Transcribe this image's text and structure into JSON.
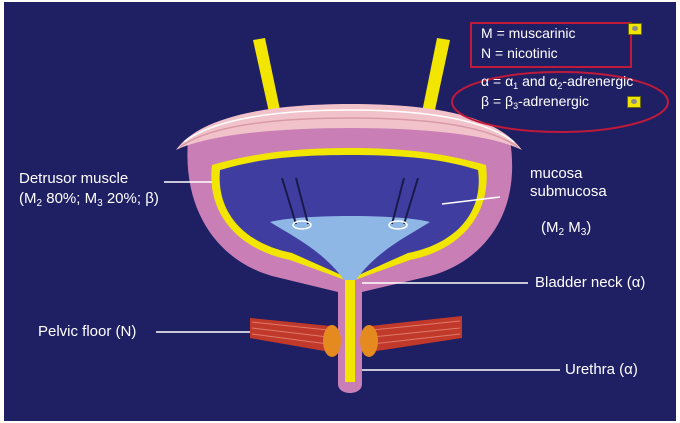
{
  "colors": {
    "background": "#1f1f63",
    "bladder_wall": "#c97fb5",
    "lumen": "#3f3ea0",
    "neck": "#8fb7e6",
    "yellow": "#f2e600",
    "muscle": "#c0392b",
    "sphincter": "#e58a1f",
    "highlight": "#c01a3a"
  },
  "legend": {
    "m_abbr": "M",
    "m_text": "muscarinic",
    "n_abbr": "N",
    "n_text": "nicotinic",
    "alpha_abbr": "α",
    "alpha_sym1": "α",
    "alpha_sub1": "1",
    "alpha_and": "and",
    "alpha_sym2": "α",
    "alpha_sub2": "2",
    "alpha_text": "-adrenergic",
    "beta_abbr": "β",
    "beta_sym": "β",
    "beta_sub": "3",
    "beta_text": "-adrenergic",
    "equals": "="
  },
  "labels": {
    "detrusor_title": "Detrusor muscle",
    "detrusor_m2": "M",
    "detrusor_m2_sub": "2",
    "detrusor_m2_pct": "80%;",
    "detrusor_m3": "M",
    "detrusor_m3_sub": "3",
    "detrusor_m3_pct": "20%;",
    "detrusor_beta": "β",
    "mucosa": "mucosa",
    "submucosa": "submucosa",
    "mucosa_m2": "M",
    "mucosa_m2_sub": "2",
    "mucosa_m3": "M",
    "mucosa_m3_sub": "3",
    "bladder_neck": "Bladder neck (α)",
    "pelvic_floor": "Pelvic floor (N)",
    "urethra": "Urethra (α)"
  }
}
